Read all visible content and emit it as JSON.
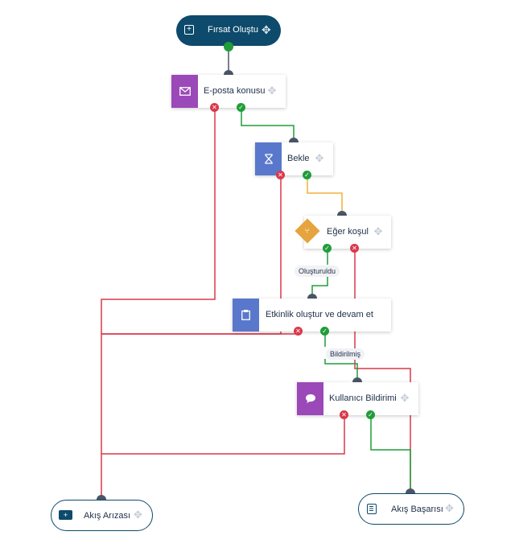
{
  "colors": {
    "start_pill": "#0d4a6b",
    "success": "#1f9d3a",
    "failure": "#d9394a",
    "conditional": "#f0b23a",
    "email_icon": "#9b49b8",
    "wait_icon": "#5978cc",
    "condition_icon": "#e5a43d",
    "activity_icon": "#5978cc",
    "notify_icon": "#9b49b8"
  },
  "start": {
    "label": "Fırsat Oluştu",
    "icon": "plus-square-icon"
  },
  "steps": {
    "email": {
      "label": "E-posta konusu",
      "icon": "mail-icon"
    },
    "wait": {
      "label": "Bekle",
      "icon": "hourglass-icon"
    },
    "condition": {
      "label": "Eğer koşul",
      "icon": "branch-icon"
    },
    "activity": {
      "label": "Etkinlik oluştur ve devam et",
      "icon": "clipboard-icon"
    },
    "notify": {
      "label": "Kullanıcı Bildirimi",
      "icon": "chat-bubble-icon"
    }
  },
  "edge_labels": {
    "created": "Oluşturuldu",
    "notified": "Bildirilmiş"
  },
  "ends": {
    "failure": {
      "label": "Akış Arızası",
      "icon": "ambulance-icon"
    },
    "success": {
      "label": "Akış Başarısı",
      "icon": "checklist-icon"
    }
  }
}
